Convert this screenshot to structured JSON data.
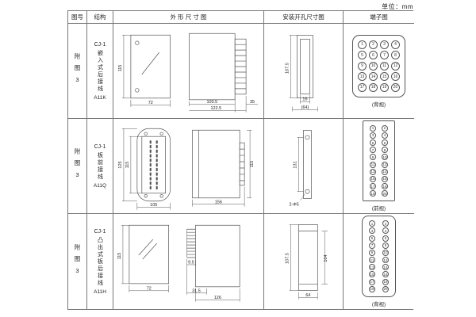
{
  "page": {
    "unit_label": "单位：mm"
  },
  "table": {
    "headers": {
      "fig": "图号",
      "structure": "结构",
      "outline": "外 形 尺 寸 图",
      "install": "安装开孔尺寸图",
      "terminal": "端子图"
    },
    "rows": [
      {
        "fig": "附图3",
        "model": "CJ-1",
        "desc": "嵌入式后接线",
        "code": "A11K",
        "outline": {
          "front_h": "115",
          "front_w": "72",
          "depth": "100.5",
          "total_depth": "122.5",
          "tail": "35"
        },
        "install": {
          "height": "107.5",
          "slot": "16",
          "width": "(64)"
        },
        "terminal": {
          "view": "(背视)",
          "labels": [
            "1",
            "2",
            "3",
            "4",
            "5",
            "6",
            "7",
            "8",
            "9",
            "10",
            "11",
            "12",
            "13",
            "14",
            "15",
            "16",
            "17",
            "18",
            "19",
            "20"
          ]
        }
      },
      {
        "fig": "附图3",
        "model": "CJ-1",
        "desc": "板前接线",
        "code": "A11Q",
        "outline": {
          "front_h": "115",
          "front_h2": "125",
          "front_w": "105",
          "depth": "156",
          "side_h": "115"
        },
        "install": {
          "height": "131",
          "holes": "2-Φ5"
        },
        "terminal": {
          "view": "(前视)",
          "labels": [
            "1",
            "2",
            "3",
            "4",
            "5",
            "6",
            "7",
            "8",
            "9",
            "10",
            "11",
            "12",
            "13",
            "14",
            "15",
            "16",
            "17",
            "18",
            "19",
            "20"
          ]
        }
      },
      {
        "fig": "附图3",
        "model": "CJ-1",
        "desc": "凸出式板后接线",
        "code": "A11H",
        "outline": {
          "front_h": "115",
          "front_w": "72",
          "pin_len": "9.5",
          "flange": "31.5",
          "depth": "126"
        },
        "install": {
          "height": "107.5",
          "inner_h": "104",
          "width": "64"
        },
        "terminal": {
          "view": "(背视)",
          "labels": [
            "1",
            "2",
            "3",
            "4",
            "5",
            "6",
            "7",
            "8",
            "9",
            "10",
            "11",
            "12",
            "13",
            "14",
            "15",
            "16",
            "17",
            "18",
            "19",
            "20"
          ]
        }
      }
    ]
  }
}
